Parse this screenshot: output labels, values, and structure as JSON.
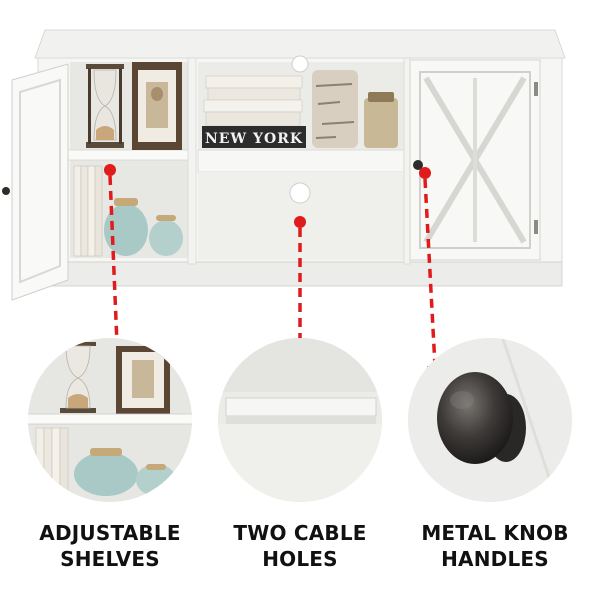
{
  "product": {
    "book_spine_text": "NEW YORK"
  },
  "features": [
    {
      "line1": "ADJUSTABLE",
      "line2": "SHELVES"
    },
    {
      "line1": "TWO CABLE",
      "line2": "HOLES"
    },
    {
      "line1": "METAL KNOB",
      "line2": "HANDLES"
    }
  ],
  "colors": {
    "cabinet": "#f6f6f4",
    "cabinet_shadow": "#dcdcd8",
    "arrow": "#e01b1b",
    "vase": "#a9c9c6",
    "knob": "#3a3735",
    "caption_text": "#111111"
  }
}
